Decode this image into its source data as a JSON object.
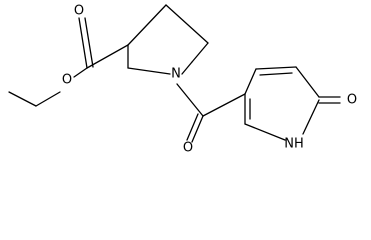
{
  "molecule": {
    "atoms": {
      "o_ester_carbonyl": "O",
      "o_ester_single": "O",
      "n_piperidine": "N",
      "o_amide": "O",
      "o_pyridone": "O",
      "nh_pyridone": "NH"
    }
  },
  "colors": {
    "ink": "#000000",
    "background": "#ffffff"
  }
}
